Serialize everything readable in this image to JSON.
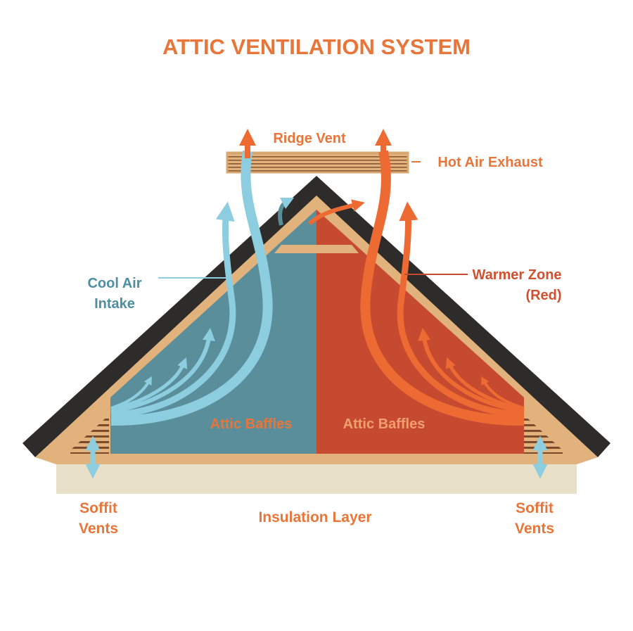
{
  "title": "ATTIC VENTILATION SYSTEM",
  "labels": {
    "ridge_vent": "Ridge Vent",
    "hot_air_exhaust": "Hot Air Exhaust",
    "cool_air_line1": "Cool Air",
    "cool_air_line2": "Intake",
    "warmer_zone_line1": "Warmer Zone",
    "warmer_zone_line2": "(Red)",
    "attic_baffles_left": "Attic Baffles",
    "attic_baffles_right": "Attic Baffles",
    "soffit_left_line1": "Soffit",
    "soffit_left_line2": "Vents",
    "soffit_right_line1": "Soffit",
    "soffit_right_line2": "Vents",
    "insulation": "Insulation Layer"
  },
  "colors": {
    "accent_orange": "#e8763a",
    "cool_blue": "#5b8e9b",
    "warm_red": "#c64a30",
    "cool_arrow": "#8dcde0",
    "warm_arrow": "#ee6a33",
    "frame_tan": "#e2b27c",
    "roof_dark": "#2e2c2b",
    "insulation": "#e9e0ca",
    "teal_text": "#4d8ea3"
  }
}
